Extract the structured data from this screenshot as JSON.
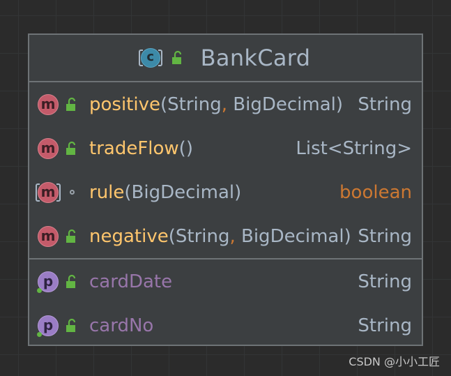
{
  "class": {
    "name": "BankCard",
    "icon": "class-icon",
    "icon_letter": "c"
  },
  "methods": [
    {
      "name": "positive",
      "params": [
        "String",
        "BigDecimal"
      ],
      "return_type": "String",
      "icon_letter": "m",
      "visibility": "public"
    },
    {
      "name": "tradeFlow",
      "params": [],
      "return_type": "List<String>",
      "icon_letter": "m",
      "visibility": "public"
    },
    {
      "name": "rule",
      "params": [
        "BigDecimal"
      ],
      "return_type": "boolean",
      "icon_letter": "m",
      "visibility": "package-private"
    },
    {
      "name": "negative",
      "params": [
        "String",
        "BigDecimal"
      ],
      "return_type": "String",
      "icon_letter": "m",
      "visibility": "public"
    }
  ],
  "fields": [
    {
      "name": "cardDate",
      "type": "String",
      "icon_letter": "p",
      "visibility": "public"
    },
    {
      "name": "cardNo",
      "type": "String",
      "icon_letter": "p",
      "visibility": "public"
    }
  ],
  "punct": {
    "open": "(",
    "close": ")",
    "comma": ","
  },
  "watermark": "CSDN @小小工匠",
  "colors": {
    "background": "#2b2b2b",
    "panel": "#3c3f41",
    "border": "#6e7376",
    "method_name": "#ffc66d",
    "field_name": "#9876aa",
    "type": "#a9b7c6",
    "keyword": "#cc7832",
    "method_icon": "#c45b6a",
    "property_icon": "#9a7dc5",
    "class_icon": "#3d8aa8",
    "lock": "#62b543"
  }
}
